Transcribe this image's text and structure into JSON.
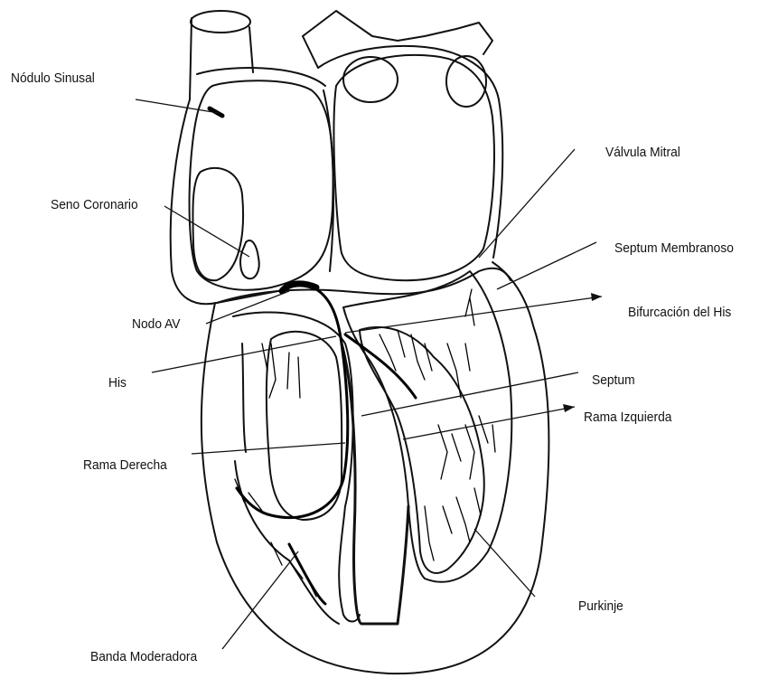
{
  "labels": {
    "nodulo_sinusal": "Nódulo Sinusal",
    "seno_coronario": "Seno Coronario",
    "nodo_av": "Nodo AV",
    "his": "His",
    "rama_derecha": "Rama Derecha",
    "banda_moderadora": "Banda Moderadora",
    "valvula_mitral": "Válvula Mitral",
    "septum_membranoso": "Septum Membranoso",
    "bifurcacion_his": "Bifurcación del His",
    "septum": "Septum",
    "rama_izquierda": "Rama Izquierda",
    "purkinje": "Purkinje"
  }
}
